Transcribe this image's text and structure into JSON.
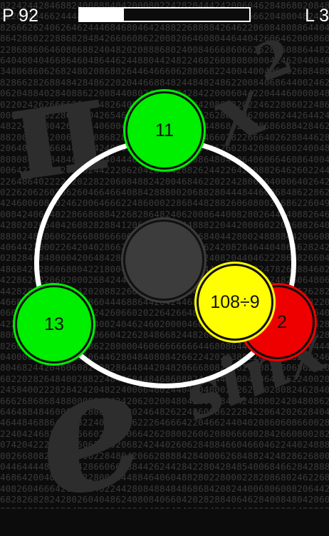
{
  "hud": {
    "points_label": "P 92",
    "level_label": "L 3",
    "progress_fraction": 0.26
  },
  "background": {
    "symbols": [
      "π",
      "x",
      "2",
      "e",
      "sinx"
    ]
  },
  "balls": {
    "top": "11",
    "left": "13",
    "red": "2",
    "yellow": "108÷9"
  },
  "colors": {
    "green": "#00ee00",
    "red": "#ee0000",
    "yellow": "#ffff00",
    "center": "#3c3c3c",
    "ring": "#ffffff"
  }
}
